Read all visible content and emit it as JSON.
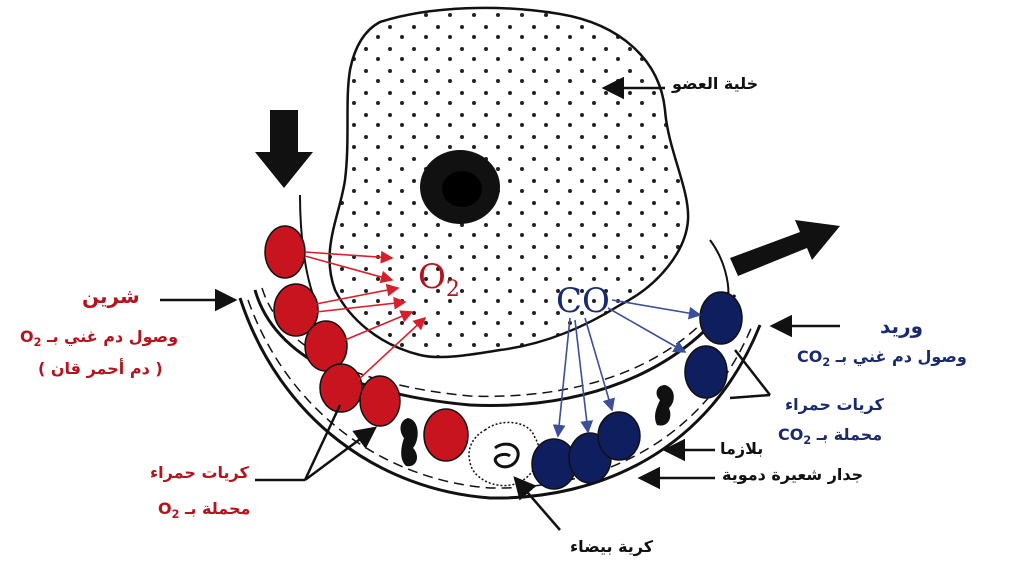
{
  "labels": {
    "organ_cell": "خلية العضو",
    "artery": "شرين",
    "artery_desc_1": "وصول دم غني بـ O",
    "artery_desc_1_sub": "2",
    "artery_desc_2": "( دم أحمر قان )",
    "vein": "وريد",
    "vein_desc": "وصول دم غني بـ CO",
    "vein_desc_sub": "2",
    "rbc_red_1": "كريات حمراء",
    "rbc_red_2": "محملة بـ O",
    "rbc_red_2_sub": "2",
    "rbc_blue_1": "كريات حمراء",
    "rbc_blue_2": "محملة بـ CO",
    "rbc_blue_2_sub": "2",
    "plasma": "بلازما",
    "capillary_wall": "جدار شعيرة دموية",
    "white_cell": "كرية بيضاء",
    "o2_text": "O",
    "o2_sub": "2",
    "co_text": "CO"
  },
  "colors": {
    "oxygenated": "#c8141e",
    "deoxygenated": "#0e1e5e",
    "arrow_red": "#d8202c",
    "arrow_blue": "#3a4f9a",
    "label_red": "#b4141e",
    "label_blue": "#1a2a6e"
  }
}
